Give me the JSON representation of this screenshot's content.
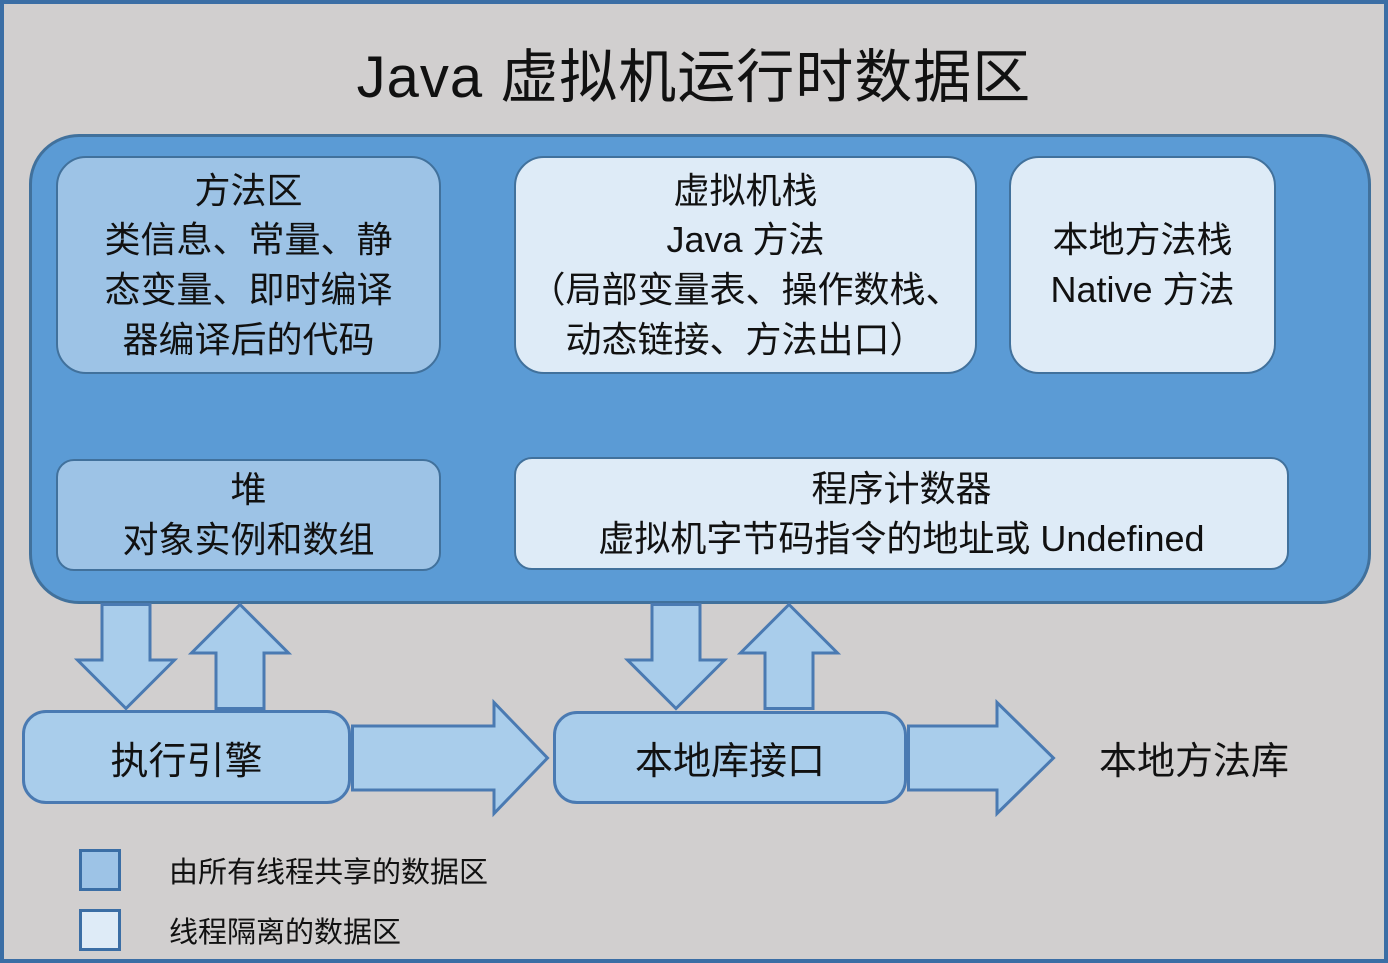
{
  "title": "Java 虚拟机运行时数据区",
  "boxes": {
    "method_area": "方法区\n类信息、常量、静\n态变量、即时编译\n器编译后的代码",
    "vm_stack": "虚拟机栈\nJava 方法\n（局部变量表、操作数栈、\n动态链接、方法出口）",
    "native_stack": "本地方法栈\nNative 方法",
    "heap": "堆\n对象实例和数组",
    "pc_register": "程序计数器\n虚拟机字节码指令的地址或 Undefined",
    "execution_engine": "执行引擎",
    "native_interface": "本地库接口",
    "native_library": "本地方法库"
  },
  "legend": {
    "items": [
      {
        "swatch": "shared",
        "label": "由所有线程共享的数据区"
      },
      {
        "swatch": "isolated",
        "label": "线程隔离的数据区"
      }
    ]
  },
  "colors": {
    "background": "#d1cfcf",
    "frame_border": "#3b6ea5",
    "container_fill": "#5b9bd5",
    "container_border": "#41719c",
    "shared_fill": "#9dc3e6",
    "isolated_fill": "#deebf7",
    "flow_fill": "#a9cdeb",
    "flow_border": "#4a7ab2"
  }
}
